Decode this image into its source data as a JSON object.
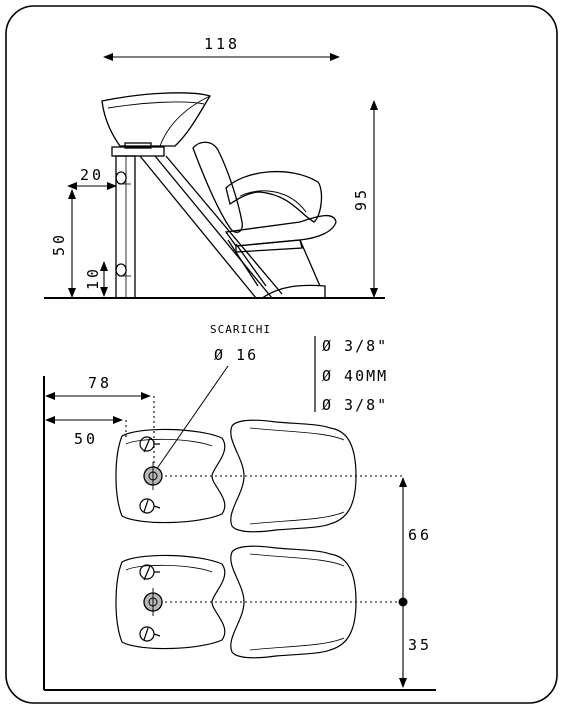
{
  "dimensions": {
    "overall_width": "118",
    "overall_height": "95",
    "basin_offset": "20",
    "basin_height": "50",
    "bottom_gap": "10",
    "drain_x_far": "78",
    "drain_x_near": "50",
    "unit_spacing": "66",
    "last_offset": "35"
  },
  "drains": {
    "label": "SCARICHI",
    "diameter": "Ø 16",
    "specs": [
      "Ø 3/8\"",
      "Ø 40MM",
      "Ø 3/8\""
    ]
  }
}
